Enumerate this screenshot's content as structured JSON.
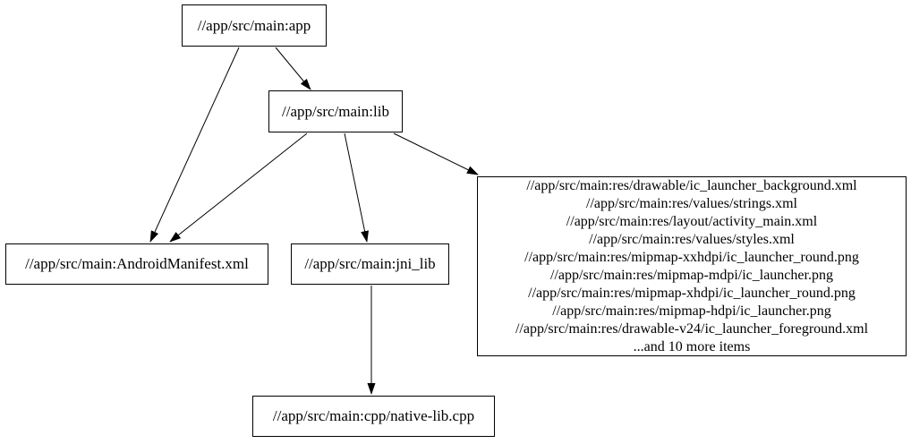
{
  "diagram": {
    "type": "directed-graph",
    "background_color": "#ffffff",
    "node_border_color": "#000000",
    "edge_color": "#000000",
    "text_color": "#000000",
    "nodes": {
      "app": {
        "label": "//app/src/main:app"
      },
      "lib": {
        "label": "//app/src/main:lib"
      },
      "manifest": {
        "label": "//app/src/main:AndroidManifest.xml"
      },
      "jni_lib": {
        "label": "//app/src/main:jni_lib"
      },
      "cpp": {
        "label": "//app/src/main:cpp/native-lib.cpp"
      },
      "res_group": {
        "lines": [
          "//app/src/main:res/drawable/ic_launcher_background.xml",
          "//app/src/main:res/values/strings.xml",
          "//app/src/main:res/layout/activity_main.xml",
          "//app/src/main:res/values/styles.xml",
          "//app/src/main:res/mipmap-xxhdpi/ic_launcher_round.png",
          "//app/src/main:res/mipmap-mdpi/ic_launcher.png",
          "//app/src/main:res/mipmap-xhdpi/ic_launcher_round.png",
          "//app/src/main:res/mipmap-hdpi/ic_launcher.png",
          "//app/src/main:res/drawable-v24/ic_launcher_foreground.xml",
          "...and 10 more items"
        ]
      }
    },
    "edges": [
      {
        "from": "app",
        "to": "lib"
      },
      {
        "from": "app",
        "to": "manifest"
      },
      {
        "from": "lib",
        "to": "manifest"
      },
      {
        "from": "lib",
        "to": "jni_lib"
      },
      {
        "from": "lib",
        "to": "res_group"
      },
      {
        "from": "jni_lib",
        "to": "cpp"
      }
    ]
  }
}
